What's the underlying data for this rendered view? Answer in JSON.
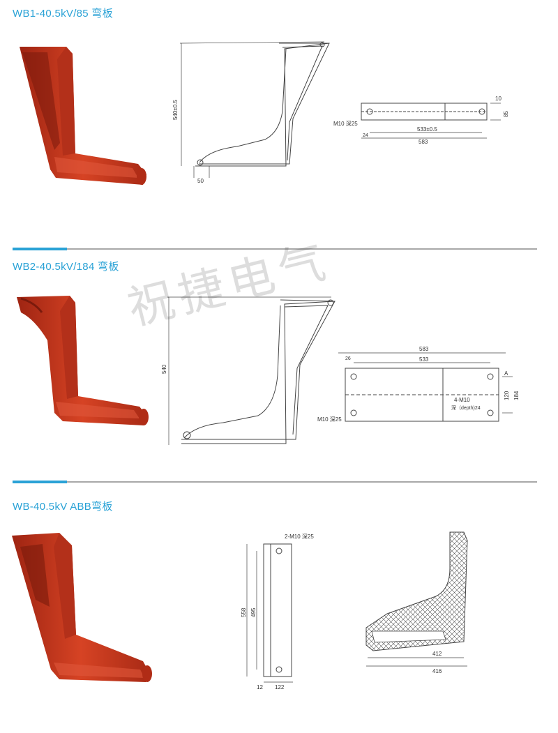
{
  "sections": [
    {
      "title": "WB1-40.5kV/85 弯板",
      "dims": {
        "height": "540±0.5",
        "base": "50",
        "hole": "M10 深25",
        "spacing": "533±0.5",
        "length": "583",
        "edge": "24",
        "top": "10",
        "width": "85"
      }
    },
    {
      "title": "WB2-40.5kV/184 弯板",
      "dims": {
        "height": "540",
        "length": "583",
        "spacing": "533",
        "edge": "26",
        "hole_a": "A",
        "pitch": "120",
        "width": "184",
        "holes": "4-M10",
        "depth": "深（depth)24",
        "hole": "M10 深25"
      }
    },
    {
      "title": "WB-40.5kV  ABB弯板",
      "dims": {
        "hole": "2-M10 深25",
        "height_outer": "558",
        "height_inner": "495",
        "offset": "12",
        "width": "122",
        "inner": "412",
        "outer": "416"
      }
    }
  ],
  "watermark": "祝捷电气",
  "colors": {
    "accent": "#2aa2d6",
    "product": "#c8341c"
  }
}
